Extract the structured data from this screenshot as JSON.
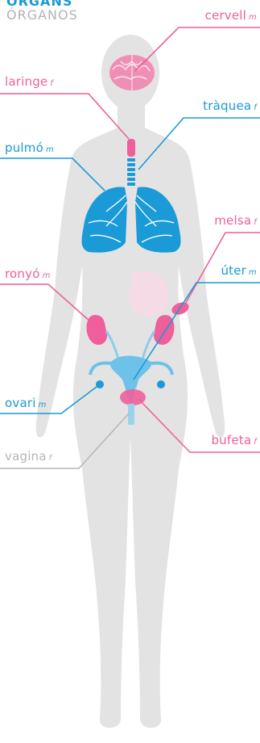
{
  "header": {
    "title_primary": "ÒRGANS",
    "title_secondary": "ÓRGANOS"
  },
  "labels": [
    {
      "key": "cervell",
      "text": "cervell",
      "gender": "m"
    },
    {
      "key": "laringe",
      "text": "laringe",
      "gender": "f"
    },
    {
      "key": "traquea",
      "text": "tràquea",
      "gender": "f"
    },
    {
      "key": "pulmo",
      "text": "pulmó",
      "gender": "m"
    },
    {
      "key": "melsa",
      "text": "melsa",
      "gender": "f"
    },
    {
      "key": "ronyo",
      "text": "ronyó",
      "gender": "m"
    },
    {
      "key": "uter",
      "text": "úter",
      "gender": "m"
    },
    {
      "key": "ovari",
      "text": "ovari",
      "gender": "m"
    },
    {
      "key": "bufeta",
      "text": "bufeta",
      "gender": "f"
    },
    {
      "key": "vagina",
      "text": "vagina",
      "gender": "f"
    }
  ],
  "colors": {
    "pink": "#ee5f9b",
    "blue": "#1a9ad6",
    "gray": "#b7b7b7",
    "body": "#e3e3e3"
  }
}
